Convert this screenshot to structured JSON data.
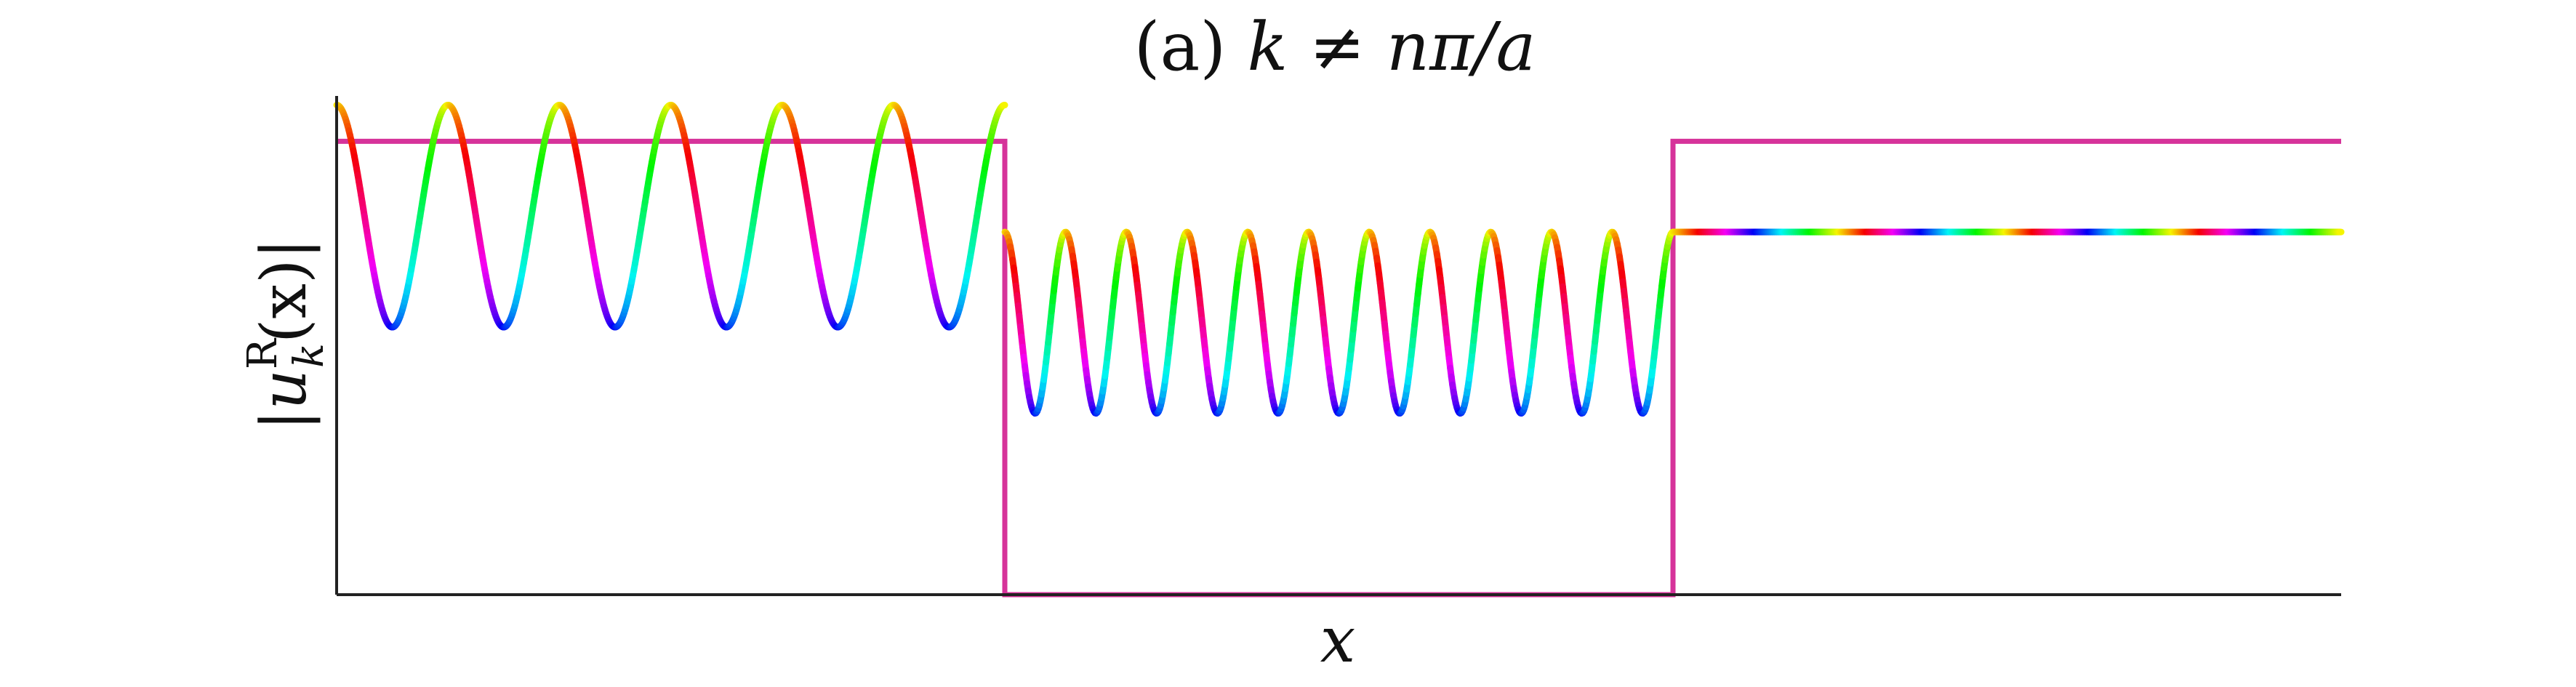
{
  "chart_data": {
    "type": "line",
    "title_prefix": "(a) ",
    "title_math": "k ≠ nπ/a",
    "xlabel": "x",
    "ylabel": {
      "bar_left": "|",
      "main": "u",
      "superscript": "R",
      "subscript": "k",
      "args": "(x)",
      "bar_right": "|"
    },
    "xlim": [
      0,
      3
    ],
    "ylim": [
      0,
      1.1
    ],
    "grid": false,
    "legend": "none",
    "potential_color": "#d6339a",
    "potential": {
      "x": [
        0,
        1,
        1,
        2,
        2,
        3
      ],
      "y": [
        1,
        1,
        0,
        0,
        1,
        1
      ]
    },
    "wavefunction": {
      "color_encoding": "hue",
      "regions": [
        {
          "x_start": 0,
          "x_end": 1,
          "y_min": 0.59,
          "y_max": 1.08,
          "oscillations": 6,
          "start_phase": "max"
        },
        {
          "x_start": 1,
          "x_end": 2,
          "y_min": 0.4,
          "y_max": 0.8,
          "oscillations": 11,
          "start_phase": "max"
        },
        {
          "x_start": 2,
          "x_end": 3,
          "y_min": 0.8,
          "y_max": 0.8,
          "oscillations": 0,
          "hue_cycles": 4
        }
      ]
    },
    "axis_color": "#222222"
  }
}
